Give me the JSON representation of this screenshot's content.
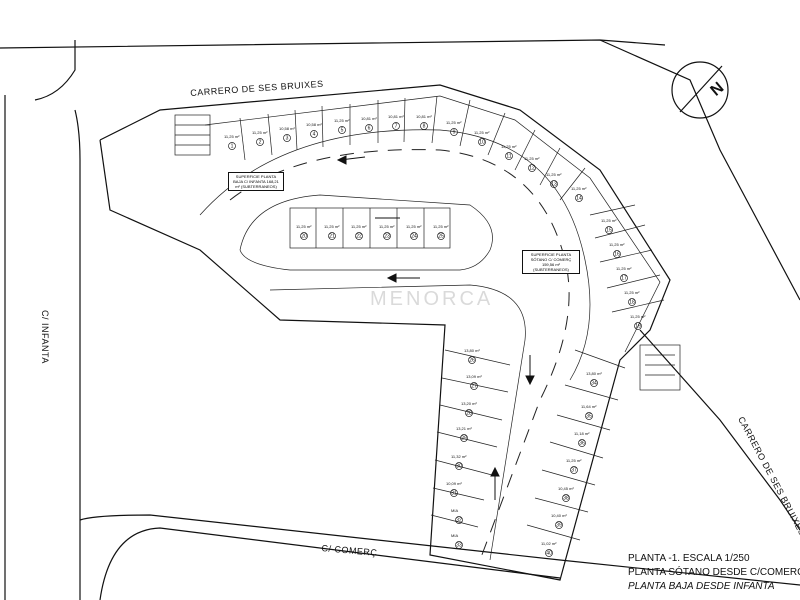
{
  "title": {
    "line1": "PLANTA -1. ESCALA 1/250",
    "line2": "PLANTA SÓTANO DESDE C/COMERÇ",
    "line3": "PLANTA BAJA DESDE INFANTA"
  },
  "streets": {
    "top": "CARRERO DE SES BRUIXES",
    "right": "CARRERO DE SES BRUIXES",
    "left": "C/ INFANTA",
    "bottom": "C/ COMERÇ"
  },
  "north_label": "N",
  "watermark": "MENORCA",
  "notes": {
    "left_box": "SUPERFICIE PLANTA BAJA C/ INFANTA 168,21 m² (SUBTERRANEOS)",
    "right_box": "SUPERFICIE PLANTA SÓTANO C/ COMERÇ 159,56 m² (SUBTERRANEOS)"
  },
  "spaces": [
    {
      "n": "1",
      "area": "11,25 m²"
    },
    {
      "n": "2",
      "area": "11,25 m²"
    },
    {
      "n": "3",
      "area": "10,58 m²"
    },
    {
      "n": "4",
      "area": "10,58 m²"
    },
    {
      "n": "5",
      "area": "11,25 m²"
    },
    {
      "n": "6",
      "area": "10,81 m²"
    },
    {
      "n": "7",
      "area": "10,81 m²"
    },
    {
      "n": "8",
      "area": "10,81 m²"
    },
    {
      "n": "9",
      "area": "11,25 m²"
    },
    {
      "n": "10",
      "area": "11,25 m²"
    },
    {
      "n": "11",
      "area": "11,25 m²"
    },
    {
      "n": "12",
      "area": "11,25 m²"
    },
    {
      "n": "13",
      "area": "11,25 m²"
    },
    {
      "n": "14",
      "area": "11,25 m²"
    },
    {
      "n": "15",
      "area": "11,25 m²"
    },
    {
      "n": "16",
      "area": "11,25 m²"
    },
    {
      "n": "17",
      "area": "11,25 m²"
    },
    {
      "n": "18",
      "area": "11,25 m²"
    },
    {
      "n": "19",
      "area": "11,25 m²"
    },
    {
      "n": "20",
      "area": "11,25 m²"
    },
    {
      "n": "21",
      "area": "11,25 m²"
    },
    {
      "n": "22",
      "area": "11,25 m²"
    },
    {
      "n": "23",
      "area": "11,25 m²"
    },
    {
      "n": "24",
      "area": "11,25 m²"
    },
    {
      "n": "25",
      "area": "11,25 m²"
    },
    {
      "n": "26",
      "area": "13,80 m²"
    },
    {
      "n": "27",
      "area": "13,09 m²"
    },
    {
      "n": "28",
      "area": "13,20 m²"
    },
    {
      "n": "29",
      "area": "13,21 m²"
    },
    {
      "n": "30",
      "area": "11,32 m²"
    },
    {
      "n": "31",
      "area": "10,09 m²"
    },
    {
      "n": "32",
      "area": "MIA"
    },
    {
      "n": "33",
      "area": "MIA"
    },
    {
      "n": "34",
      "area": "13,80 m²"
    },
    {
      "n": "35",
      "area": "11,64 m²"
    },
    {
      "n": "36",
      "area": "11,18 m²"
    },
    {
      "n": "37",
      "area": "11,25 m²"
    },
    {
      "n": "38",
      "area": "10,45 m²"
    },
    {
      "n": "39",
      "area": "10,40 m²"
    },
    {
      "n": "40",
      "area": "11,02 m²"
    }
  ]
}
